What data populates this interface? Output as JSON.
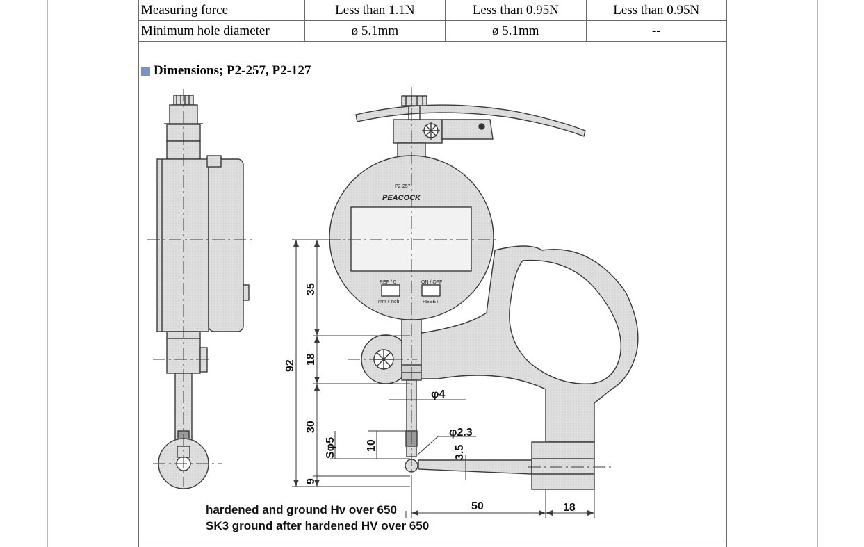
{
  "spec_rows": [
    {
      "label": "Measuring force",
      "values": [
        "Less than 1.1N",
        "Less than 0.95N",
        "Less than 0.95N"
      ]
    },
    {
      "label": "Minimum hole diameter",
      "values": [
        "ø 5.1mm",
        "ø 5.1mm",
        "--"
      ]
    }
  ],
  "section": {
    "title": "Dimensions; P2-257, P2-127"
  },
  "drawing": {
    "model": "P2-257",
    "brand": "PEACOCK",
    "buttons": {
      "left_top": "REF / 0",
      "left_bottom": "mm / inch",
      "right_top": "ON / OFF",
      "right_bottom": "RESET"
    },
    "dims": {
      "d92": "92",
      "d35": "35",
      "d18v": "18",
      "d30": "30",
      "d10": "10",
      "d9": "9",
      "d3_5": "3.5",
      "sphi5": "Sφ5",
      "phi4": "φ4",
      "phi2_3": "φ2.3",
      "d50": "50",
      "d18h": "18"
    },
    "captions": [
      "hardened and ground Hv over 650",
      "SK3 ground after hardened HV over 650"
    ]
  },
  "colors": {
    "bullet": "#7b93c2",
    "body_fill": "#dedede",
    "line": "#3a3a3a"
  }
}
